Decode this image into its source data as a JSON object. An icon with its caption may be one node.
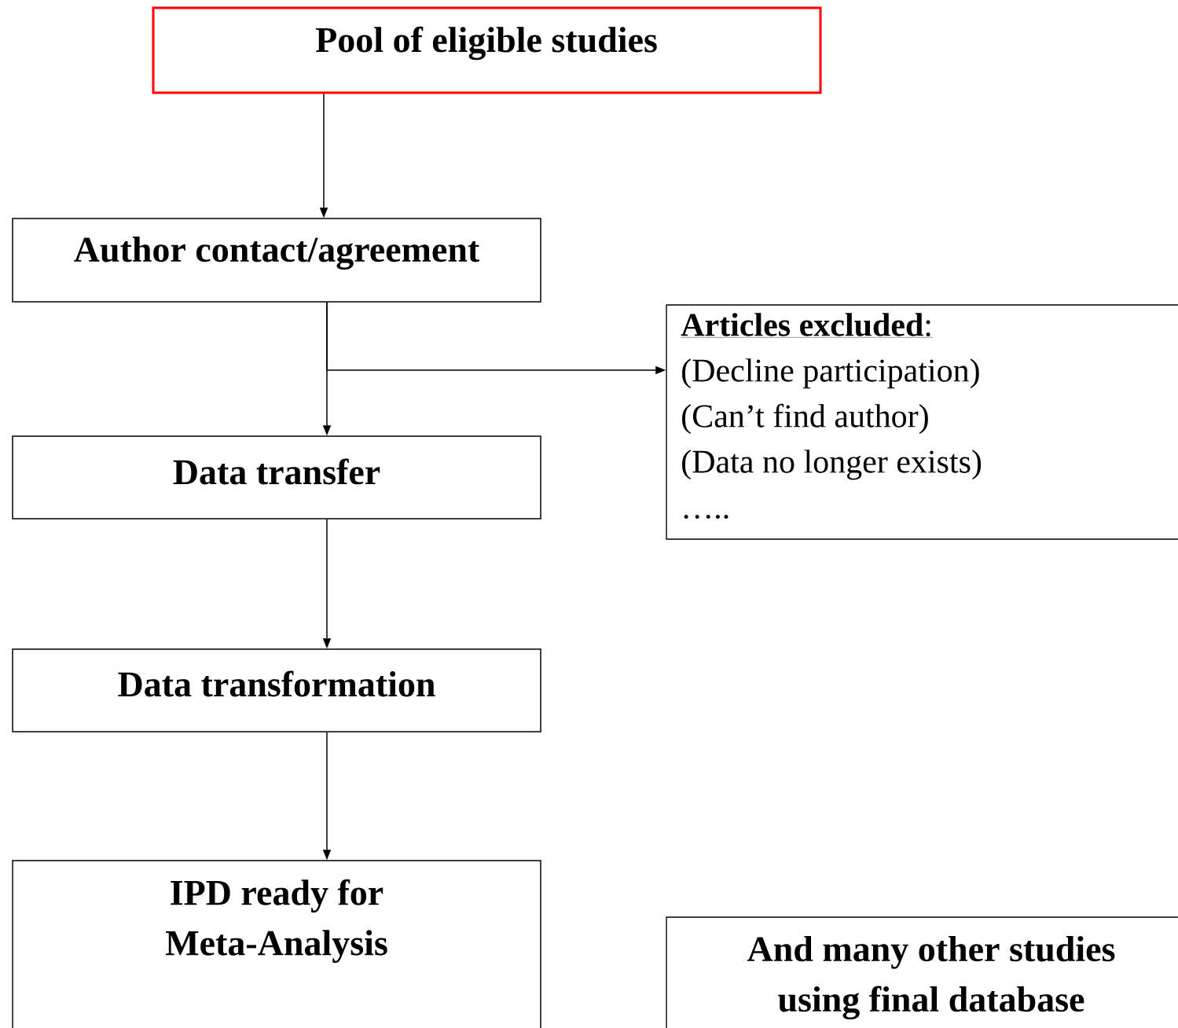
{
  "diagram": {
    "nodes": [
      {
        "text": [
          "Pool of eligible studies"
        ]
      },
      {
        "text": [
          "Author contact/agreement"
        ]
      },
      {
        "text": [
          "**Articles excluded**:",
          "(Decline participation)",
          "(Can’t find author)",
          "(Data no longer exists)",
          "….."
        ]
      },
      {
        "text": [
          "Data transfer"
        ]
      },
      {
        "text": [
          "Data transformation"
        ]
      },
      {
        "text": [
          "IPD ready for Meta-Analysis"
        ]
      },
      {
        "text": [
          "And many other studies using final database"
        ]
      }
    ],
    "edges": [
      {
        "from": 0,
        "to": 1,
        "arrow": "to"
      },
      {
        "from": 1,
        "to": 3,
        "arrow": "to"
      },
      {
        "from": 1,
        "to": 2,
        "arrow": "to"
      },
      {
        "from": 3,
        "to": 4,
        "arrow": "to"
      },
      {
        "from": 4,
        "to": 5,
        "arrow": "to"
      }
    ]
  }
}
